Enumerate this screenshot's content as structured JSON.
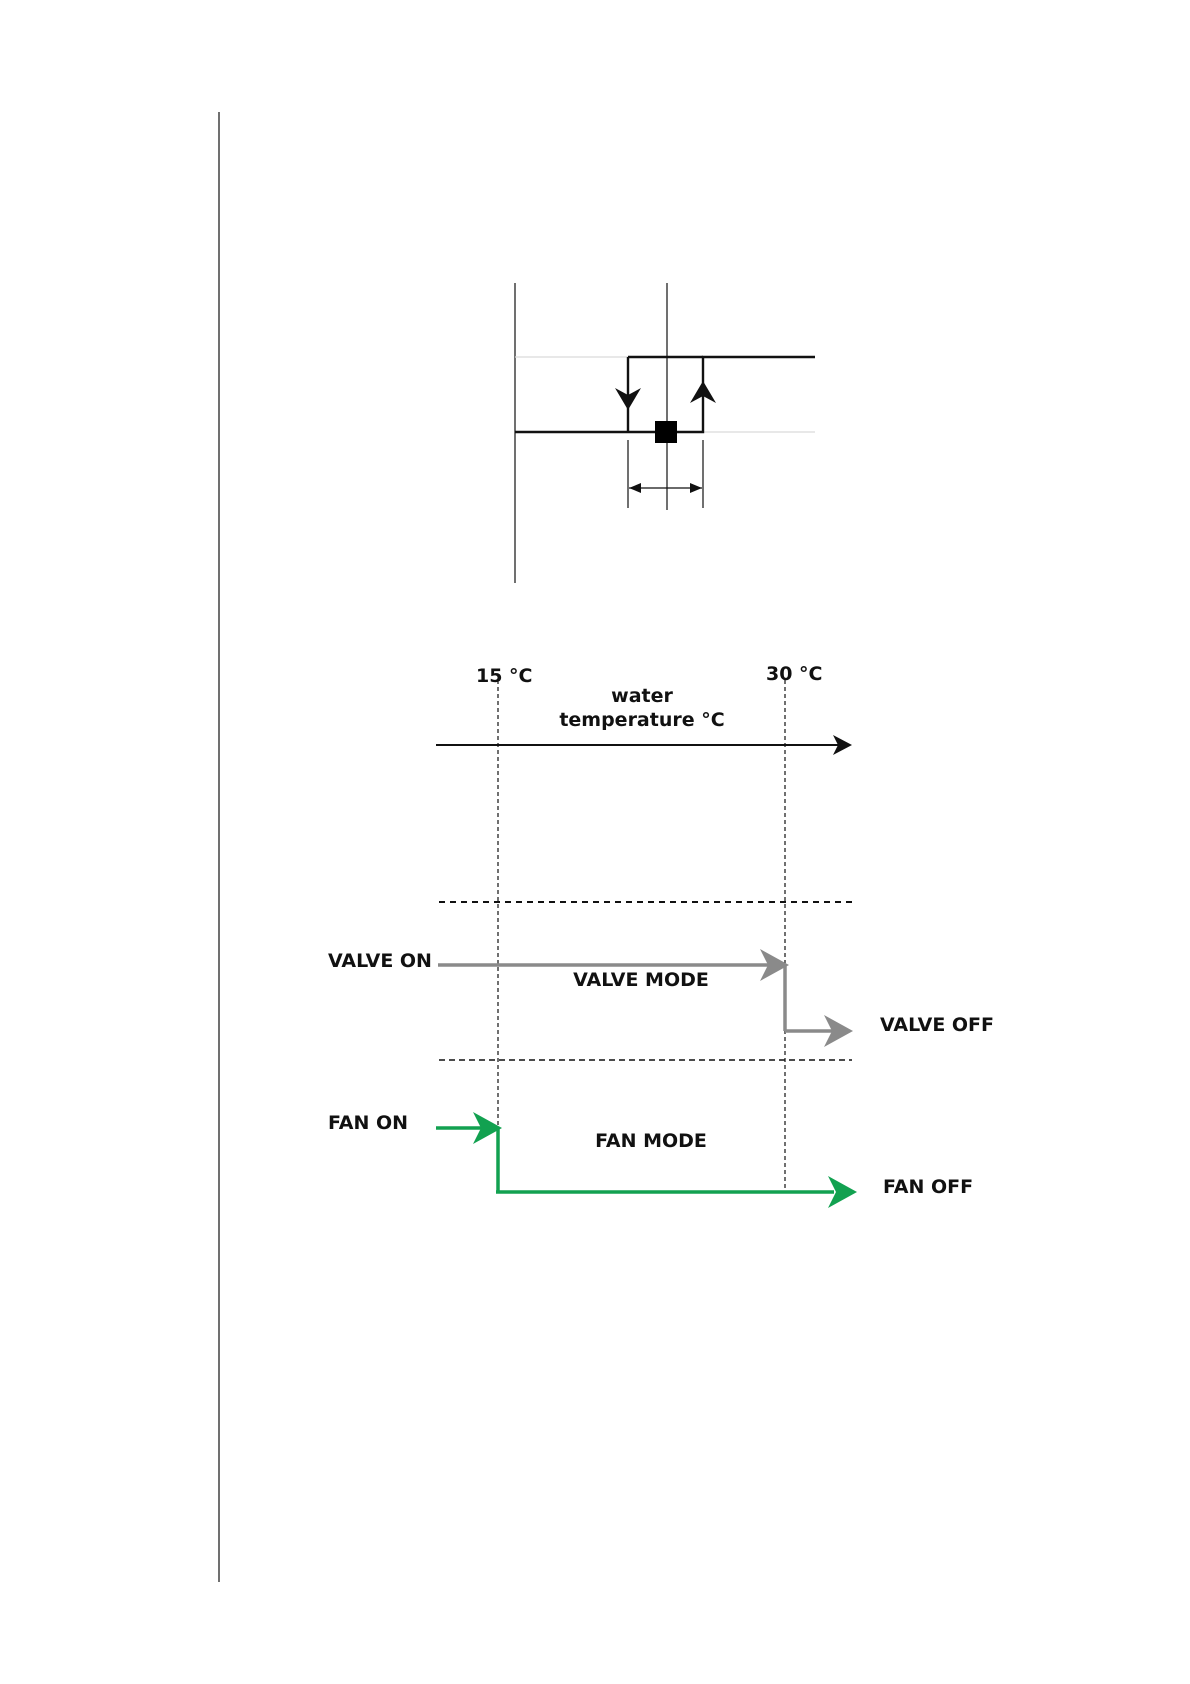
{
  "hysteresis_diagram": {
    "setpoint_marker": "square",
    "arrow_down": "down-arrow",
    "arrow_up": "up-arrow",
    "band_indicator": "double-headed-arrow"
  },
  "timeline": {
    "temp_low": "15 °C",
    "temp_high": "30 °C",
    "axis_label_line1": "water",
    "axis_label_line2": "temperature °C",
    "valve_on": "VALVE ON",
    "valve_mode": "VALVE MODE",
    "valve_off": "VALVE OFF",
    "fan_on": "FAN ON",
    "fan_mode": "FAN MODE",
    "fan_off": "FAN OFF"
  },
  "colors": {
    "valve": "#8a8a8a",
    "fan": "#12a150",
    "line": "#111111",
    "guide": "#d9d9d9"
  }
}
